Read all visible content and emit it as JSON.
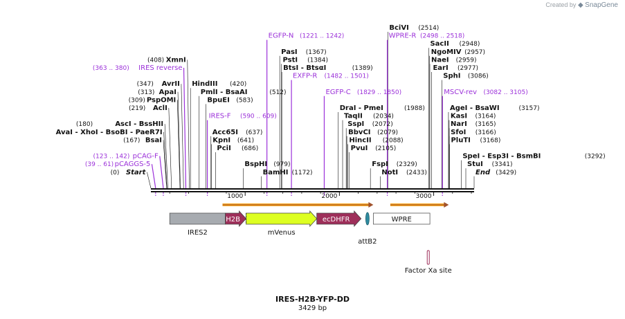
{
  "credit": {
    "prefix": "Created by",
    "brand": "SnapGene"
  },
  "title": "IRES-H2B-YFP-DD",
  "subtitle": "3429 bp",
  "colors": {
    "enzyme": "#111111",
    "primer": "#9b30d9",
    "arrow": "#f5a623",
    "ires": "#a7abb0",
    "h2b": "#9e2f5a",
    "venus": "#ddff22",
    "ecdhfr": "#9e2f5a",
    "attb": "#2e8ba0"
  },
  "scale": {
    "length": 3429,
    "ticks": [
      1000,
      2000,
      3000
    ]
  },
  "labels": [
    {
      "kind": "enzyme",
      "name": "BciVI",
      "pos": "(2514)",
      "site": 2514,
      "row": 0,
      "side": "right"
    },
    {
      "kind": "primer",
      "name": "EGFP-N",
      "pos": "(1221 .. 1242)",
      "site": 1231,
      "row": 1,
      "side": "right"
    },
    {
      "kind": "primer",
      "name": "WPRE-R",
      "pos": "(2498 .. 2518)",
      "site": 2508,
      "row": 1,
      "side": "right"
    },
    {
      "kind": "enzyme",
      "name": "SacII",
      "pos": "(2948)",
      "site": 2948,
      "row": 2,
      "side": "right"
    },
    {
      "kind": "enzyme",
      "name": "PasI",
      "pos": "(1367)",
      "site": 1367,
      "row": 3,
      "side": "right"
    },
    {
      "kind": "enzyme",
      "name": "NgoMIV",
      "pos": "(2957)",
      "site": 2957,
      "row": 3,
      "side": "right"
    },
    {
      "kind": "enzyme",
      "name": "XmnI",
      "pos": "(408)",
      "site": 408,
      "row": 4,
      "side": "left"
    },
    {
      "kind": "enzyme",
      "name": "PstI",
      "pos": "(1384)",
      "site": 1384,
      "row": 4,
      "side": "right"
    },
    {
      "kind": "enzyme",
      "name": "NaeI",
      "pos": "(2959)",
      "site": 2959,
      "row": 4,
      "side": "right"
    },
    {
      "kind": "primer",
      "name": "IRES reverse",
      "pos": "(363 .. 380)",
      "site": 371,
      "row": 5,
      "side": "left"
    },
    {
      "kind": "enzyme",
      "name": "BtsI  -  BtsαI",
      "pos": "(1389)",
      "site": 1389,
      "row": 5,
      "side": "right"
    },
    {
      "kind": "enzyme",
      "name": "EarI",
      "pos": "(2977)",
      "site": 2977,
      "row": 5,
      "side": "right"
    },
    {
      "kind": "primer",
      "name": "EXFP-R",
      "pos": "(1482 .. 1501)",
      "site": 1491,
      "row": 6,
      "side": "right"
    },
    {
      "kind": "enzyme",
      "name": "SphI",
      "pos": "(3086)",
      "site": 3086,
      "row": 6,
      "side": "right"
    },
    {
      "kind": "enzyme",
      "name": "AvrII",
      "pos": "(347)",
      "site": 347,
      "row": 7,
      "side": "left"
    },
    {
      "kind": "enzyme",
      "name": "HindIII",
      "pos": "(420)",
      "site": 420,
      "row": 7,
      "side": "right"
    },
    {
      "kind": "enzyme",
      "name": "ApaI",
      "pos": "(313)",
      "site": 313,
      "row": 8,
      "side": "left"
    },
    {
      "kind": "enzyme",
      "name": "PmlI  -  BsaAI",
      "pos": "(512)",
      "site": 512,
      "row": 8,
      "side": "right"
    },
    {
      "kind": "primer",
      "name": "EGFP-C",
      "pos": "(1829 .. 1850)",
      "site": 1839,
      "row": 8,
      "side": "right"
    },
    {
      "kind": "primer",
      "name": "MSCV-rev",
      "pos": "(3082 .. 3105)",
      "site": 3093,
      "row": 8,
      "side": "right"
    },
    {
      "kind": "enzyme",
      "name": "PspOMI",
      "pos": "(309)",
      "site": 309,
      "row": 9,
      "side": "left"
    },
    {
      "kind": "enzyme",
      "name": "BpuEI",
      "pos": "(583)",
      "site": 583,
      "row": 9,
      "side": "right"
    },
    {
      "kind": "enzyme",
      "name": "AclI",
      "pos": "(219)",
      "site": 219,
      "row": 10,
      "side": "left"
    },
    {
      "kind": "enzyme",
      "name": "DraI  -  PmeI",
      "pos": "(1988)",
      "site": 1988,
      "row": 10,
      "side": "right"
    },
    {
      "kind": "enzyme",
      "name": "AgeI  -  BsaWI",
      "pos": "(3157)",
      "site": 3157,
      "row": 10,
      "side": "right"
    },
    {
      "kind": "primer",
      "name": "IRES-F",
      "pos": "(590 .. 609)",
      "site": 599,
      "row": 11,
      "side": "right"
    },
    {
      "kind": "enzyme",
      "name": "TaqII",
      "pos": "(2034)",
      "site": 2034,
      "row": 11,
      "side": "right"
    },
    {
      "kind": "enzyme",
      "name": "KasI",
      "pos": "(3164)",
      "site": 3164,
      "row": 11,
      "side": "right"
    },
    {
      "kind": "enzyme",
      "name": "AscI  -  BssHII",
      "pos": "(180)",
      "site": 180,
      "row": 12,
      "side": "left"
    },
    {
      "kind": "enzyme",
      "name": "SspI",
      "pos": "(2072)",
      "site": 2072,
      "row": 12,
      "side": "right"
    },
    {
      "kind": "enzyme",
      "name": "NarI",
      "pos": "(3165)",
      "site": 3165,
      "row": 12,
      "side": "right"
    },
    {
      "kind": "enzyme",
      "name": "AvaI   -  XhoI   -  BsoBI   -  PaeR7I",
      "pos": "(170)",
      "site": 170,
      "row": 13,
      "side": "left"
    },
    {
      "kind": "enzyme",
      "name": "Acc65I",
      "pos": "(637)",
      "site": 637,
      "row": 13,
      "side": "right"
    },
    {
      "kind": "enzyme",
      "name": "BbvCI",
      "pos": "(2079)",
      "site": 2079,
      "row": 13,
      "side": "right"
    },
    {
      "kind": "enzyme",
      "name": "SfoI",
      "pos": "(3166)",
      "site": 3166,
      "row": 13,
      "side": "right"
    },
    {
      "kind": "enzyme",
      "name": "BsaI",
      "pos": "(167)",
      "site": 167,
      "row": 14,
      "side": "left"
    },
    {
      "kind": "enzyme",
      "name": "KpnI",
      "pos": "(641)",
      "site": 641,
      "row": 14,
      "side": "right"
    },
    {
      "kind": "enzyme",
      "name": "HincII",
      "pos": "(2088)",
      "site": 2088,
      "row": 14,
      "side": "right"
    },
    {
      "kind": "enzyme",
      "name": "PluTI",
      "pos": "(3168)",
      "site": 3168,
      "row": 14,
      "side": "right"
    },
    {
      "kind": "enzyme",
      "name": "PciI",
      "pos": "(686)",
      "site": 686,
      "row": 15,
      "side": "right"
    },
    {
      "kind": "enzyme",
      "name": "PvuI",
      "pos": "(2105)",
      "site": 2105,
      "row": 15,
      "side": "right"
    },
    {
      "kind": "primer",
      "name": "pCAG-F",
      "pos": "(123 .. 142)",
      "site": 132,
      "row": 16,
      "side": "left"
    },
    {
      "kind": "enzyme",
      "name": "SpeI   -  Esp3I   -  BsmBI",
      "pos": "(3292)",
      "site": 3292,
      "row": 16,
      "side": "right"
    },
    {
      "kind": "enzyme",
      "name": "BspHI",
      "pos": "(979)",
      "site": 979,
      "row": 17,
      "side": "right"
    },
    {
      "kind": "primer",
      "name": "pCAGGS-5",
      "pos": "(39 .. 61)",
      "site": 50,
      "row": 17,
      "side": "left"
    },
    {
      "kind": "enzyme",
      "name": "FspI",
      "pos": "(2329)",
      "site": 2329,
      "row": 17,
      "side": "right"
    },
    {
      "kind": "enzyme",
      "name": "StuI",
      "pos": "(3341)",
      "site": 3341,
      "row": 17,
      "side": "right"
    },
    {
      "kind": "enzyme",
      "name": "Start",
      "pos": "(0)",
      "site": 0,
      "row": 18,
      "side": "left",
      "italic": true
    },
    {
      "kind": "enzyme",
      "name": "BamHI",
      "pos": "(1172)",
      "site": 1172,
      "row": 18,
      "side": "right"
    },
    {
      "kind": "enzyme",
      "name": "NotI",
      "pos": "(2433)",
      "site": 2433,
      "row": 18,
      "side": "right"
    },
    {
      "kind": "enzyme",
      "name": "End",
      "pos": "(3429)",
      "site": 3429,
      "row": 18,
      "side": "right",
      "italic": true
    }
  ],
  "primer_arrows": [
    {
      "start": 760,
      "end": 2360
    },
    {
      "start": 2540,
      "end": 3160
    }
  ],
  "features": [
    {
      "name": "IRES2",
      "start": 200,
      "end": 790,
      "shape": "box",
      "color": "ires",
      "label_below": true
    },
    {
      "name": "H2B",
      "start": 790,
      "end": 1010,
      "shape": "arrow",
      "color": "h2b",
      "label_inside": true
    },
    {
      "name": "mVenus",
      "start": 1010,
      "end": 1760,
      "shape": "arrow",
      "color": "venus",
      "label_below": true
    },
    {
      "name": "ecDHFR",
      "start": 1760,
      "end": 2230,
      "shape": "arrow",
      "color": "ecdhfr",
      "label_inside": true
    },
    {
      "name": "attB2",
      "start": 2285,
      "end": 2310,
      "shape": "lens",
      "color": "attb",
      "label_below": true
    },
    {
      "name": "WPRE",
      "start": 2360,
      "end": 2960,
      "shape": "box",
      "color": "white",
      "label_inside": true
    },
    {
      "name": "Factor Xa site",
      "start": 2935,
      "end": 2950,
      "shape": "small",
      "color": "h2b",
      "label_below": true
    }
  ]
}
